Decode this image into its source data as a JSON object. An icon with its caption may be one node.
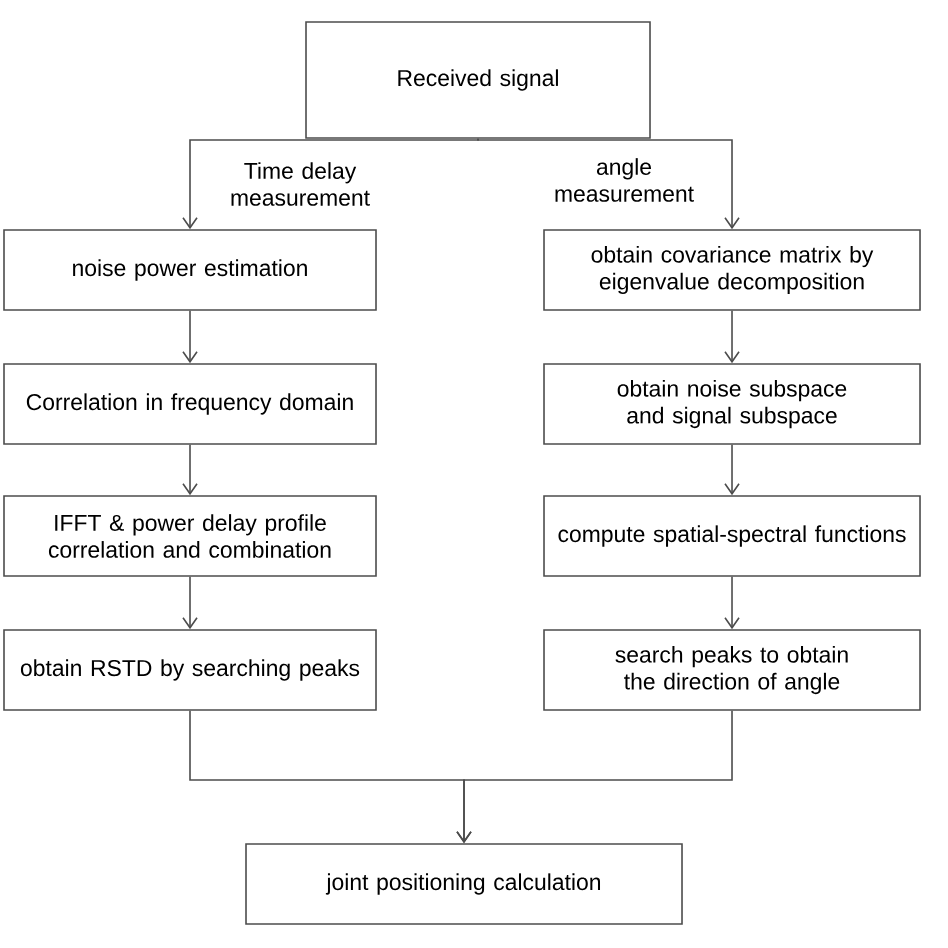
{
  "diagram": {
    "nodes": [
      {
        "text": [
          "Received signal"
        ]
      },
      {
        "text": [
          "noise power estimation"
        ]
      },
      {
        "text": [
          "Correlation in frequency domain"
        ]
      },
      {
        "text": [
          "IFFT & power delay profile correlation and combination"
        ]
      },
      {
        "text": [
          "obtain RSTD by searching peaks"
        ]
      },
      {
        "text": [
          "obtain covariance matrix by eigenvalue decomposition"
        ]
      },
      {
        "text": [
          "obtain noise subspace and signal subspace"
        ]
      },
      {
        "text": [
          "compute spatial-spectral functions"
        ]
      },
      {
        "text": [
          "search peaks to obtain the direction of angle"
        ]
      },
      {
        "text": [
          "joint positioning calculation"
        ]
      }
    ],
    "edges": [
      {
        "from": 0,
        "to": 1,
        "arrow": "to",
        "label": "Time delay measurement"
      },
      {
        "from": 0,
        "to": 5,
        "arrow": "to",
        "label": "angle measurement"
      },
      {
        "from": 1,
        "to": 2,
        "arrow": "to"
      },
      {
        "from": 2,
        "to": 3,
        "arrow": "to"
      },
      {
        "from": 3,
        "to": 4,
        "arrow": "to"
      },
      {
        "from": 5,
        "to": 6,
        "arrow": "to"
      },
      {
        "from": 6,
        "to": 7,
        "arrow": "to"
      },
      {
        "from": 7,
        "to": 8,
        "arrow": "to"
      },
      {
        "from": 4,
        "to": 9,
        "arrow": "to"
      },
      {
        "from": 8,
        "to": 9,
        "arrow": "to"
      }
    ]
  }
}
